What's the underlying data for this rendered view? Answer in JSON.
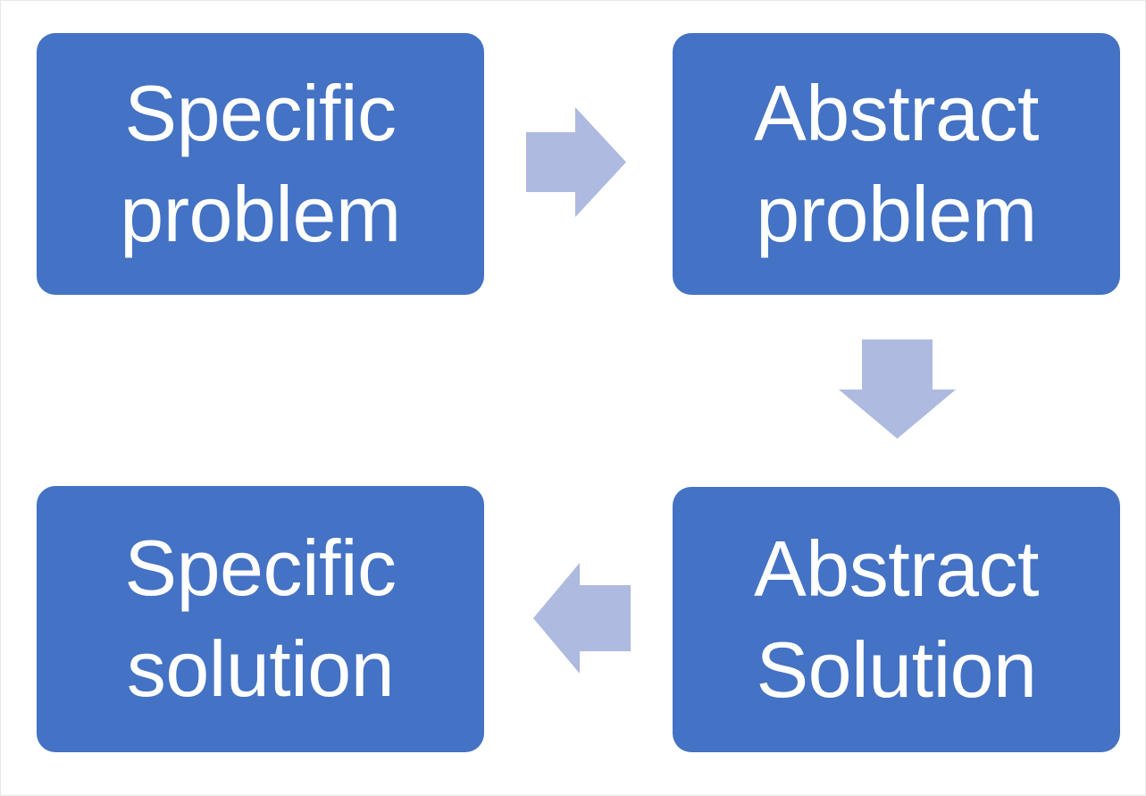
{
  "diagram": {
    "title": "Specific problem to abstract problem to abstract solution to specific solution cycle",
    "background_color": "#FFFFFF",
    "node_fill_color": "#4472C4",
    "node_text_color": "#FFFFFF",
    "arrow_color": "#AEBADF",
    "nodes": [
      {
        "id": "specific-problem",
        "line1": "Specific",
        "line2": "problem",
        "position": "top-left"
      },
      {
        "id": "abstract-problem",
        "line1": "Abstract",
        "line2": "problem",
        "position": "top-right"
      },
      {
        "id": "abstract-solution",
        "line1": "Abstract",
        "line2": "Solution",
        "position": "bottom-right"
      },
      {
        "id": "specific-solution",
        "line1": "Specific",
        "line2": "solution",
        "position": "bottom-left"
      }
    ],
    "arrows": [
      {
        "id": "arrow-right",
        "icon": "arrow-right-icon",
        "direction": "right",
        "from": "specific-problem",
        "to": "abstract-problem"
      },
      {
        "id": "arrow-down",
        "icon": "arrow-down-icon",
        "direction": "down",
        "from": "abstract-problem",
        "to": "abstract-solution"
      },
      {
        "id": "arrow-left",
        "icon": "arrow-left-icon",
        "direction": "left",
        "from": "abstract-solution",
        "to": "specific-solution"
      }
    ]
  }
}
